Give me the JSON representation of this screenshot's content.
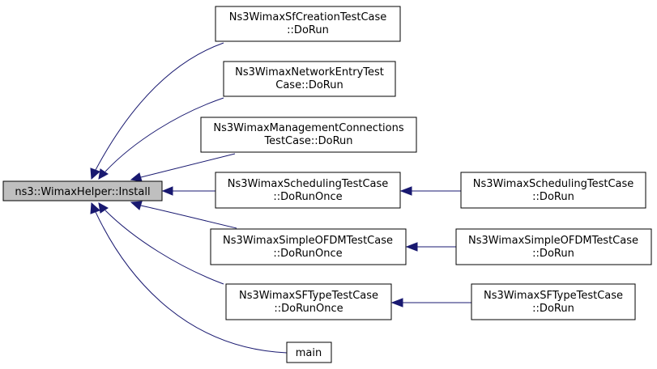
{
  "diagram": {
    "root": {
      "lines": [
        "ns3::WimaxHelper::Install"
      ]
    },
    "callers": [
      {
        "id": "sfcreation",
        "lines": [
          "Ns3WimaxSfCreationTestCase",
          "::DoRun"
        ]
      },
      {
        "id": "networkentry",
        "lines": [
          "Ns3WimaxNetworkEntryTest",
          "Case::DoRun"
        ]
      },
      {
        "id": "mgmtconn",
        "lines": [
          "Ns3WimaxManagementConnections",
          "TestCase::DoRun"
        ]
      },
      {
        "id": "scheduling",
        "lines": [
          "Ns3WimaxSchedulingTestCase",
          "::DoRunOnce"
        ]
      },
      {
        "id": "simpleofdm",
        "lines": [
          "Ns3WimaxSimpleOFDMTestCase",
          "::DoRunOnce"
        ]
      },
      {
        "id": "sftype",
        "lines": [
          "Ns3WimaxSFTypeTestCase",
          "::DoRunOnce"
        ]
      },
      {
        "id": "main",
        "lines": [
          "main"
        ]
      }
    ],
    "second_level": [
      {
        "id": "scheduling-dorun",
        "target": "scheduling",
        "lines": [
          "Ns3WimaxSchedulingTestCase",
          "::DoRun"
        ]
      },
      {
        "id": "simpleofdm-dorun",
        "target": "simpleofdm",
        "lines": [
          "Ns3WimaxSimpleOFDMTestCase",
          "::DoRun"
        ]
      },
      {
        "id": "sftype-dorun",
        "target": "sftype",
        "lines": [
          "Ns3WimaxSFTypeTestCase",
          "::DoRun"
        ]
      }
    ],
    "colors": {
      "edge": "#191970",
      "root_fill": "#bfbfbf",
      "box_stroke": "#000000"
    }
  }
}
